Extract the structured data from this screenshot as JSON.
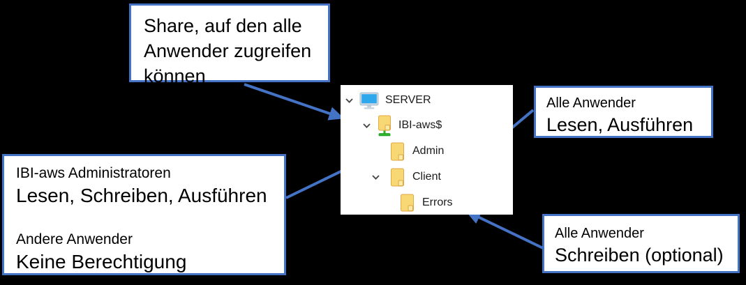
{
  "slide": {
    "background_color": "#000000",
    "accent_color": "#4472C4",
    "panel_background": "#FFFFFF"
  },
  "callouts": {
    "share": {
      "text": "Share, auf den alle Anwender zugreifen können"
    },
    "admin_permissions": {
      "group1": "IBI-aws Administratoren",
      "permission1": "Lesen, Schreiben, Ausführen",
      "group2": "Andere Anwender",
      "permission2": "Keine Berechtigung"
    },
    "client_permissions": {
      "group": "Alle Anwender",
      "permission": "Lesen, Ausführen"
    },
    "errors_permissions": {
      "group": "Alle Anwender",
      "permission": "Schreiben (optional)"
    }
  },
  "tree": {
    "items": [
      {
        "label": "SERVER",
        "icon": "computer-icon",
        "level": 0,
        "expanded": true
      },
      {
        "label": "IBI-aws$",
        "icon": "shared-folder-icon",
        "level": 1,
        "expanded": true
      },
      {
        "label": "Admin",
        "icon": "folder-icon",
        "level": 2,
        "expanded": false
      },
      {
        "label": "Client",
        "icon": "folder-icon",
        "level": 2,
        "expanded": true
      },
      {
        "label": "Errors",
        "icon": "folder-icon",
        "level": 3,
        "expanded": false
      }
    ]
  },
  "icon_colors": {
    "folder_fill": "#F8D775",
    "folder_stroke": "#DFA943",
    "folder_flap": "#FDE9A6",
    "share_green": "#2DB52D",
    "screen_blue": "#2EA8EC",
    "monitor_frame": "#C9D6E2",
    "chevron_gray": "#4A4A4A"
  }
}
